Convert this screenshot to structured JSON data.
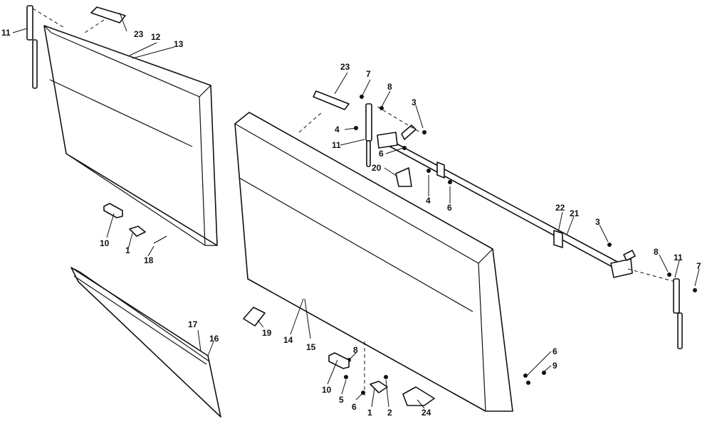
{
  "callouts": [
    "11",
    "23",
    "12",
    "13",
    "10",
    "1",
    "18",
    "17",
    "16",
    "23",
    "7",
    "8",
    "3",
    "4",
    "11",
    "6",
    "20",
    "4",
    "6",
    "22",
    "21",
    "3",
    "8",
    "11",
    "7",
    "14",
    "15",
    "19",
    "8",
    "10",
    "5",
    "6",
    "1",
    "2",
    "24",
    "6",
    "9"
  ]
}
